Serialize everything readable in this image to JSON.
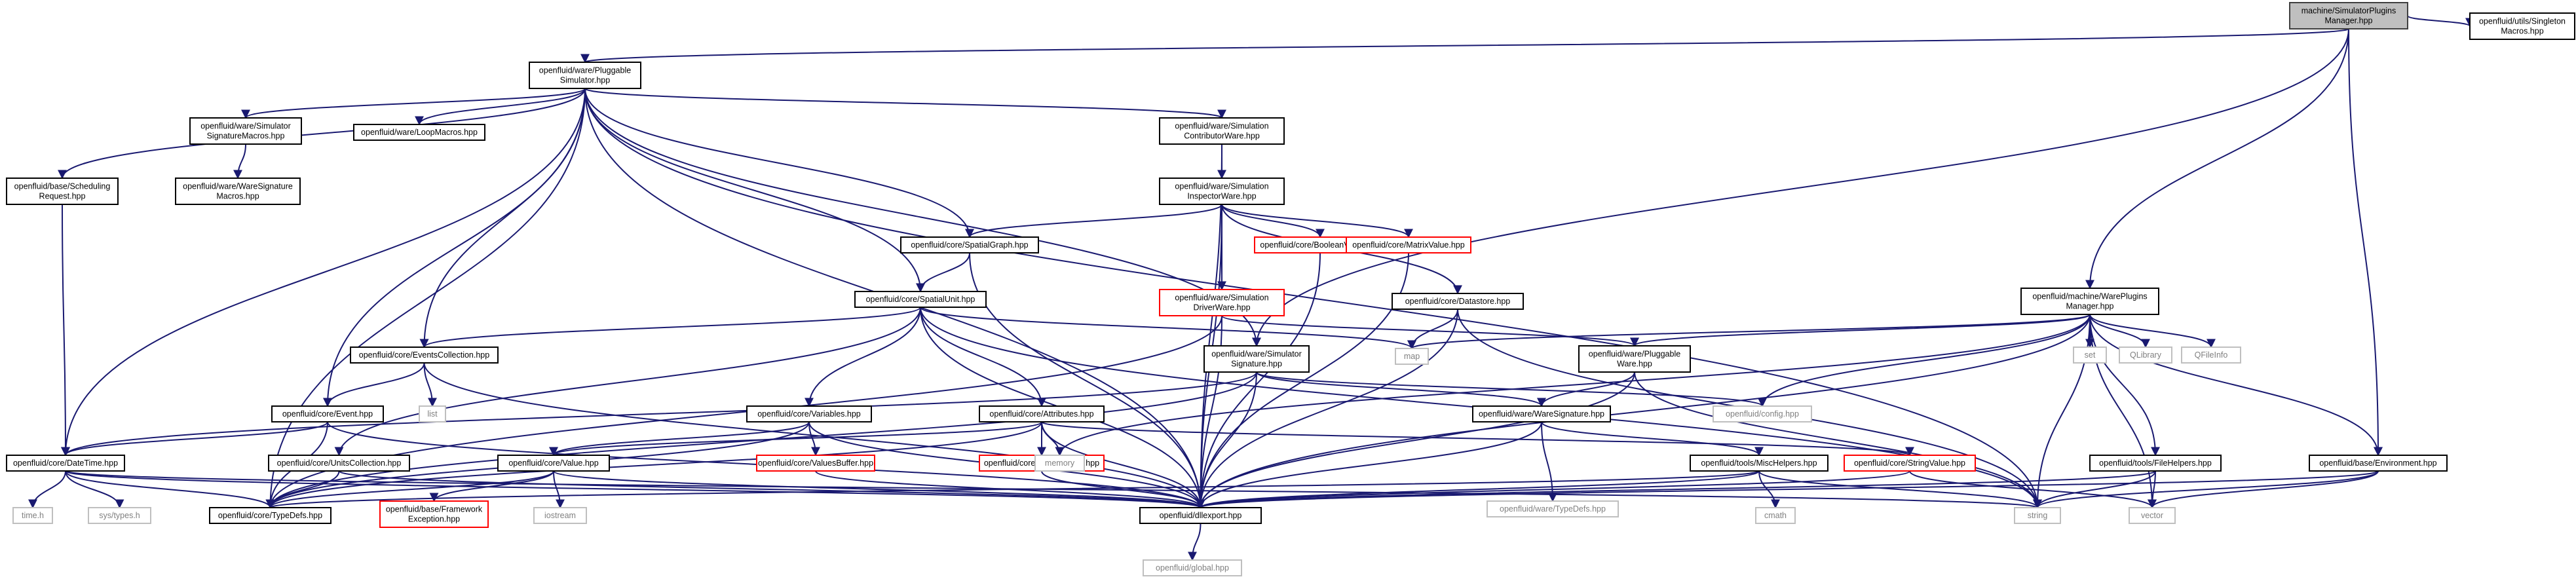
{
  "colors": {
    "edge": "#191970",
    "node_border": "#000000",
    "root_fill": "#bfbfbf",
    "missing_border": "#ff0000",
    "external_border": "#bfbfbf",
    "external_text": "#808080"
  },
  "nodes": [
    {
      "id": "root",
      "kind": "root",
      "lines": [
        "machine/SimulatorPlugins",
        "Manager.hpp"
      ]
    },
    {
      "id": "singleton",
      "kind": "file",
      "lines": [
        "openfluid/utils/Singleton",
        "Macros.hpp"
      ]
    },
    {
      "id": "pluggablesim",
      "kind": "file",
      "lines": [
        "openfluid/ware/Pluggable",
        "Simulator.hpp"
      ]
    },
    {
      "id": "simsigmacros",
      "kind": "file",
      "lines": [
        "openfluid/ware/Simulator",
        "SignatureMacros.hpp"
      ]
    },
    {
      "id": "loopmacros",
      "kind": "file",
      "lines": [
        "openfluid/ware/LoopMacros.hpp"
      ]
    },
    {
      "id": "waresigmacros",
      "kind": "file",
      "lines": [
        "openfluid/ware/WareSignature",
        "Macros.hpp"
      ]
    },
    {
      "id": "scheduling",
      "kind": "file",
      "lines": [
        "openfluid/base/Scheduling",
        "Request.hpp"
      ]
    },
    {
      "id": "contribware",
      "kind": "file",
      "lines": [
        "openfluid/ware/Simulation",
        "ContributorWare.hpp"
      ]
    },
    {
      "id": "inspectorware",
      "kind": "file",
      "lines": [
        "openfluid/ware/Simulation",
        "InspectorWare.hpp"
      ]
    },
    {
      "id": "spatialgraph",
      "kind": "file",
      "lines": [
        "openfluid/core/SpatialGraph.hpp"
      ]
    },
    {
      "id": "booleanvalue",
      "kind": "missing",
      "lines": [
        "openfluid/core/BooleanValue.hpp"
      ]
    },
    {
      "id": "matrixvalue",
      "kind": "missing",
      "lines": [
        "openfluid/core/MatrixValue.hpp"
      ]
    },
    {
      "id": "driverware",
      "kind": "missing",
      "lines": [
        "openfluid/ware/Simulation",
        "DriverWare.hpp"
      ]
    },
    {
      "id": "datastore",
      "kind": "file",
      "lines": [
        "openfluid/core/Datastore.hpp"
      ]
    },
    {
      "id": "spatialunit",
      "kind": "file",
      "lines": [
        "openfluid/core/SpatialUnit.hpp"
      ]
    },
    {
      "id": "eventscoll",
      "kind": "file",
      "lines": [
        "openfluid/core/EventsCollection.hpp"
      ]
    },
    {
      "id": "simsignature",
      "kind": "file",
      "lines": [
        "openfluid/ware/Simulator",
        "Signature.hpp"
      ]
    },
    {
      "id": "pluggableware",
      "kind": "file",
      "lines": [
        "openfluid/ware/Pluggable",
        "Ware.hpp"
      ]
    },
    {
      "id": "wpm",
      "kind": "file",
      "lines": [
        "openfluid/machine/WarePlugins",
        "Manager.hpp"
      ]
    },
    {
      "id": "utilsinglestub",
      "kind": "none",
      "lines": []
    },
    {
      "id": "event",
      "kind": "file",
      "lines": [
        "openfluid/core/Event.hpp"
      ]
    },
    {
      "id": "variables",
      "kind": "file",
      "lines": [
        "openfluid/core/Variables.hpp"
      ]
    },
    {
      "id": "attributes",
      "kind": "file",
      "lines": [
        "openfluid/core/Attributes.hpp"
      ]
    },
    {
      "id": "waresignature",
      "kind": "file",
      "lines": [
        "openfluid/ware/WareSignature.hpp"
      ]
    },
    {
      "id": "config",
      "kind": "external",
      "lines": [
        "openfluid/config.hpp"
      ]
    },
    {
      "id": "datetime",
      "kind": "file",
      "lines": [
        "openfluid/core/DateTime.hpp"
      ]
    },
    {
      "id": "unitscoll",
      "kind": "file",
      "lines": [
        "openfluid/core/UnitsCollection.hpp"
      ]
    },
    {
      "id": "value",
      "kind": "file",
      "lines": [
        "openfluid/core/Value.hpp"
      ]
    },
    {
      "id": "valuesbuffer",
      "kind": "missing",
      "lines": [
        "openfluid/core/ValuesBuffer.hpp"
      ]
    },
    {
      "id": "integervalue",
      "kind": "missing",
      "lines": [
        "openfluid/core/IntegerValue.hpp"
      ]
    },
    {
      "id": "stringvalue",
      "kind": "missing",
      "lines": [
        "openfluid/core/StringValue.hpp"
      ]
    },
    {
      "id": "waretypedefs",
      "kind": "external",
      "lines": [
        "openfluid/ware/TypeDefs.hpp"
      ]
    },
    {
      "id": "mischelpers",
      "kind": "file",
      "lines": [
        "openfluid/tools/MiscHelpers.hpp"
      ]
    },
    {
      "id": "filehelpers",
      "kind": "file",
      "lines": [
        "openfluid/tools/FileHelpers.hpp"
      ]
    },
    {
      "id": "environment",
      "kind": "file",
      "lines": [
        "openfluid/base/Environment.hpp"
      ]
    },
    {
      "id": "timeh",
      "kind": "external",
      "lines": [
        "time.h"
      ]
    },
    {
      "id": "systypes",
      "kind": "external",
      "lines": [
        "sys/types.h"
      ]
    },
    {
      "id": "coretypedefs",
      "kind": "file",
      "lines": [
        "openfluid/core/TypeDefs.hpp"
      ]
    },
    {
      "id": "fwexception",
      "kind": "missing",
      "lines": [
        "openfluid/base/Framework",
        "Exception.hpp"
      ]
    },
    {
      "id": "iostream",
      "kind": "external",
      "lines": [
        "iostream"
      ]
    },
    {
      "id": "dllexport",
      "kind": "file",
      "lines": [
        "openfluid/dllexport.hpp"
      ]
    },
    {
      "id": "cmath",
      "kind": "external",
      "lines": [
        "cmath"
      ]
    },
    {
      "id": "string",
      "kind": "external",
      "lines": [
        "string"
      ]
    },
    {
      "id": "vector",
      "kind": "external",
      "lines": [
        "vector"
      ]
    },
    {
      "id": "global",
      "kind": "external",
      "lines": [
        "openfluid/global.hpp"
      ]
    },
    {
      "id": "list",
      "kind": "external",
      "lines": [
        "list"
      ]
    },
    {
      "id": "memory",
      "kind": "external",
      "lines": [
        "memory"
      ]
    },
    {
      "id": "map",
      "kind": "external",
      "lines": [
        "map"
      ]
    },
    {
      "id": "set",
      "kind": "external",
      "lines": [
        "set"
      ]
    },
    {
      "id": "qlibrary",
      "kind": "external",
      "lines": [
        "QLibrary"
      ]
    },
    {
      "id": "qfileinfo",
      "kind": "external",
      "lines": [
        "QFileInfo"
      ]
    }
  ]
}
